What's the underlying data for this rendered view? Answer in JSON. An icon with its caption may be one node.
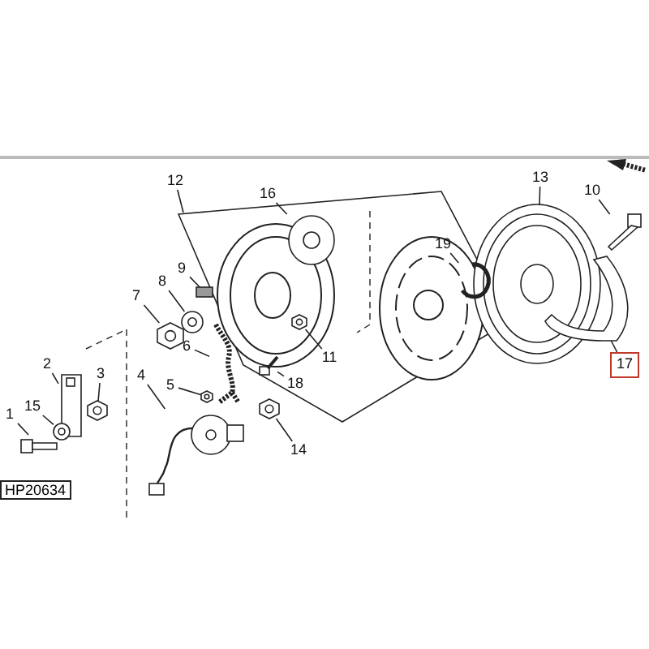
{
  "diagram": {
    "nodes": [
      {
        "text": [
          "1"
        ]
      },
      {
        "text": [
          "2"
        ]
      },
      {
        "text": [
          "3"
        ]
      },
      {
        "text": [
          "4"
        ]
      },
      {
        "text": [
          "5"
        ]
      },
      {
        "text": [
          "6"
        ]
      },
      {
        "text": [
          "7"
        ]
      },
      {
        "text": [
          "8"
        ]
      },
      {
        "text": [
          "9"
        ]
      },
      {
        "text": [
          "10"
        ]
      },
      {
        "text": [
          "11"
        ]
      },
      {
        "text": [
          "12"
        ]
      },
      {
        "text": [
          "13"
        ]
      },
      {
        "text": [
          "14"
        ]
      },
      {
        "text": [
          "15"
        ]
      },
      {
        "text": [
          "16"
        ]
      },
      {
        "text": [
          "17"
        ]
      },
      {
        "text": [
          "18"
        ]
      },
      {
        "text": [
          "19"
        ]
      },
      {
        "text": [],
        "shape": "picture"
      },
      {
        "text": [],
        "shape": "picture"
      },
      {
        "text": [],
        "shape": "picture"
      },
      {
        "text": [],
        "shape": "picture"
      },
      {
        "text": [],
        "shape": "picture"
      },
      {
        "text": [],
        "shape": "picture"
      },
      {
        "text": [],
        "shape": "picture"
      },
      {
        "text": [],
        "shape": "picture"
      },
      {
        "text": [],
        "shape": "box"
      },
      {
        "text": [],
        "shape": "picture"
      },
      {
        "text": [],
        "shape": "picture"
      },
      {
        "text": [],
        "shape": "picture"
      },
      {
        "text": [],
        "shape": "picture"
      },
      {
        "text": [],
        "shape": "picture"
      },
      {
        "text": [],
        "shape": "picture"
      },
      {
        "text": [],
        "shape": "picture"
      },
      {
        "text": [],
        "shape": "picture"
      },
      {
        "text": [],
        "shape": "picture"
      }
    ],
    "edges": [
      {
        "from": 0,
        "to": 19,
        "arrow": "none"
      },
      {
        "from": 1,
        "to": 20,
        "arrow": "none"
      },
      {
        "from": 2,
        "to": 21,
        "arrow": "none"
      },
      {
        "from": 3,
        "to": 22,
        "arrow": "none"
      },
      {
        "from": 4,
        "to": 23,
        "arrow": "none"
      },
      {
        "from": 5,
        "to": 24,
        "arrow": "none"
      },
      {
        "from": 6,
        "to": 25,
        "arrow": "none"
      },
      {
        "from": 7,
        "to": 26,
        "arrow": "none"
      },
      {
        "from": 8,
        "to": 27,
        "arrow": "none"
      },
      {
        "from": 9,
        "to": 28,
        "arrow": "none"
      },
      {
        "from": 10,
        "to": 29,
        "arrow": "none"
      },
      {
        "from": 11,
        "to": null,
        "arrow": "none"
      },
      {
        "from": 12,
        "to": 30,
        "arrow": "none"
      },
      {
        "from": 13,
        "to": 31,
        "arrow": "none"
      },
      {
        "from": 14,
        "to": 32,
        "arrow": "none"
      },
      {
        "from": 15,
        "to": 33,
        "arrow": "none"
      },
      {
        "from": 16,
        "to": 34,
        "arrow": "none"
      },
      {
        "from": 17,
        "to": 35,
        "arrow": "none"
      },
      {
        "from": 18,
        "to": 36,
        "arrow": "none"
      }
    ],
    "labels": [
      "HP20634"
    ]
  }
}
